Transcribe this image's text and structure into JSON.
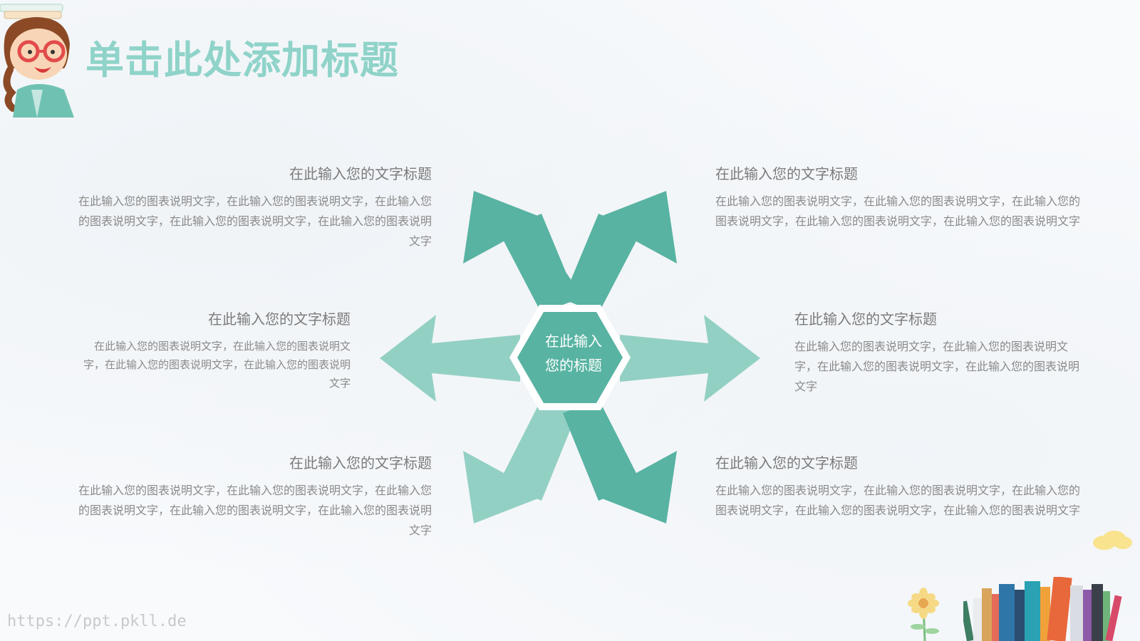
{
  "slide": {
    "title": "单击此处添加标题",
    "center_label_line1": "在此输入",
    "center_label_line2": "您的标题",
    "watermark": "https://ppt.pkll.de"
  },
  "blocks": {
    "top_left": {
      "title": "在此输入您的文字标题",
      "body": "在此输入您的图表说明文字，在此输入您的图表说明文字，在此输入您的图表说明文字，在此输入您的图表说明文字，在此输入您的图表说明文字"
    },
    "mid_left": {
      "title": "在此输入您的文字标题",
      "body": "在此输入您的图表说明文字，在此输入您的图表说明文字，在此输入您的图表说明文字，在此输入您的图表说明文字"
    },
    "bottom_left": {
      "title": "在此输入您的文字标题",
      "body": "在此输入您的图表说明文字，在此输入您的图表说明文字，在此输入您的图表说明文字，在此输入您的图表说明文字，在此输入您的图表说明文字"
    },
    "top_right": {
      "title": "在此输入您的文字标题",
      "body": "在此输入您的图表说明文字，在此输入您的图表说明文字，在此输入您的图表说明文字，在此输入您的图表说明文字，在此输入您的图表说明文字"
    },
    "mid_right": {
      "title": "在此输入您的文字标题",
      "body": "在此输入您的图表说明文字，在此输入您的图表说明文字，在此输入您的图表说明文字，在此输入您的图表说明文字"
    },
    "bottom_right": {
      "title": "在此输入您的文字标题",
      "body": "在此输入您的图表说明文字，在此输入您的图表说明文字，在此输入您的图表说明文字，在此输入您的图表说明文字，在此输入您的图表说明文字"
    }
  },
  "colors": {
    "title": "#8fd3c9",
    "arrow_dark": "#58b3a2",
    "arrow_light": "#93d0c4",
    "hexagon": "#58b3a2",
    "text": "#7b7b7b"
  },
  "icons": {
    "mascot": "girl-with-glasses-icon",
    "books": "books-shelf-icon",
    "flower": "flower-icon",
    "cloud": "cloud-icon"
  }
}
